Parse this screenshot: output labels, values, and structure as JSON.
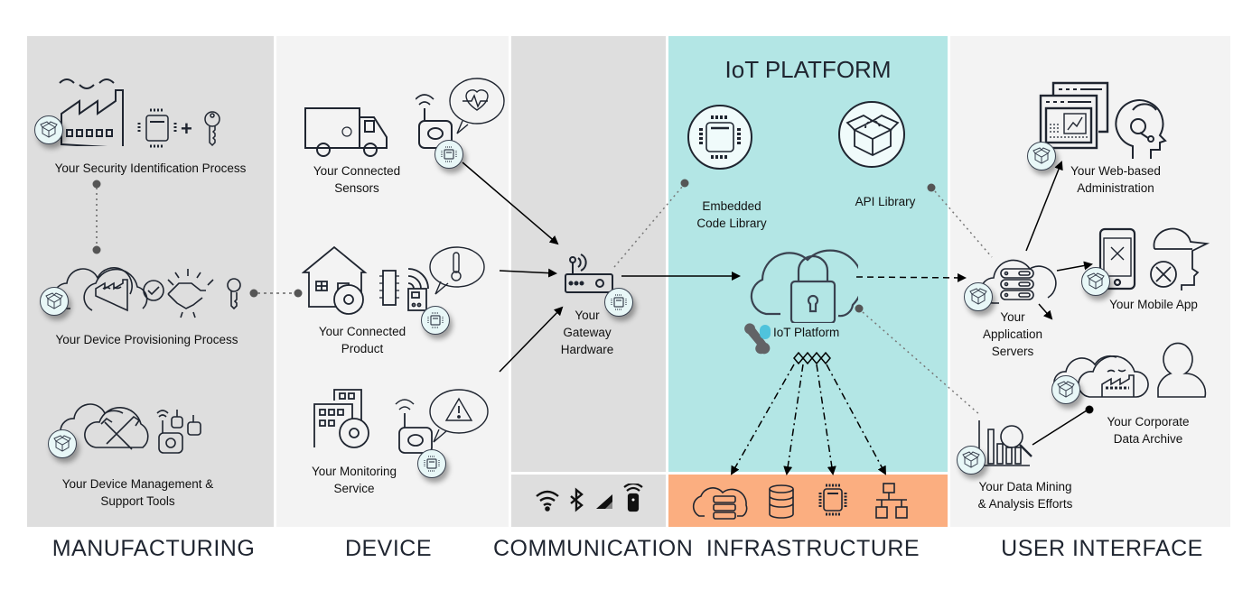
{
  "platform_title": "IoT PLATFORM",
  "sections": [
    {
      "label": "MANUFACTURING"
    },
    {
      "label": "DEVICE"
    },
    {
      "label": "COMMUNICATION"
    },
    {
      "label": "INFRASTRUCTURE"
    },
    {
      "label": "USER INTERFACE"
    }
  ],
  "manufacturing": {
    "security": "Your Security Identification Process",
    "provisioning": "Your Device Provisioning Process",
    "management_line1": "Your Device Management &",
    "management_line2": "Support Tools"
  },
  "device": {
    "sensors_line1": "Your Connected",
    "sensors_line2": "Sensors",
    "product_line1": "Your Connected",
    "product_line2": "Product",
    "monitoring_line1": "Your Monitoring",
    "monitoring_line2": "Service"
  },
  "communication": {
    "gateway_line1": "Your",
    "gateway_line2": "Gateway",
    "gateway_line3": "Hardware",
    "icons": [
      "wifi-icon",
      "bluetooth-icon",
      "cellular-signal-icon",
      "remote-beacon-icon"
    ]
  },
  "iot_platform": {
    "embedded_line1": "Embedded",
    "embedded_line2": "Code Library",
    "api_library": "API Library",
    "platform_label": "IoT Platform"
  },
  "infrastructure": {
    "icons": [
      "cloud-server-icon",
      "database-icon",
      "chip-icon",
      "network-icon"
    ]
  },
  "user_interface": {
    "web_line1": "Your Web-based",
    "web_line2": "Administration",
    "mobile": "Your Mobile App",
    "app_line1": "Your",
    "app_line2": "Application",
    "app_line3": "Servers",
    "archive_line1": "Your Corporate",
    "archive_line2": "Data Archive",
    "mining_line1": "Your Data Mining",
    "mining_line2": "& Analysis Efforts"
  },
  "colors": {
    "manufacturing_bg": "#dedede",
    "device_bg": "#f3f3f3",
    "platform_bg": "#b3e6e5",
    "infrastructure_bg": "#fbae80",
    "ink": "#1f2530",
    "logo_accent": "#4fc3dc"
  }
}
